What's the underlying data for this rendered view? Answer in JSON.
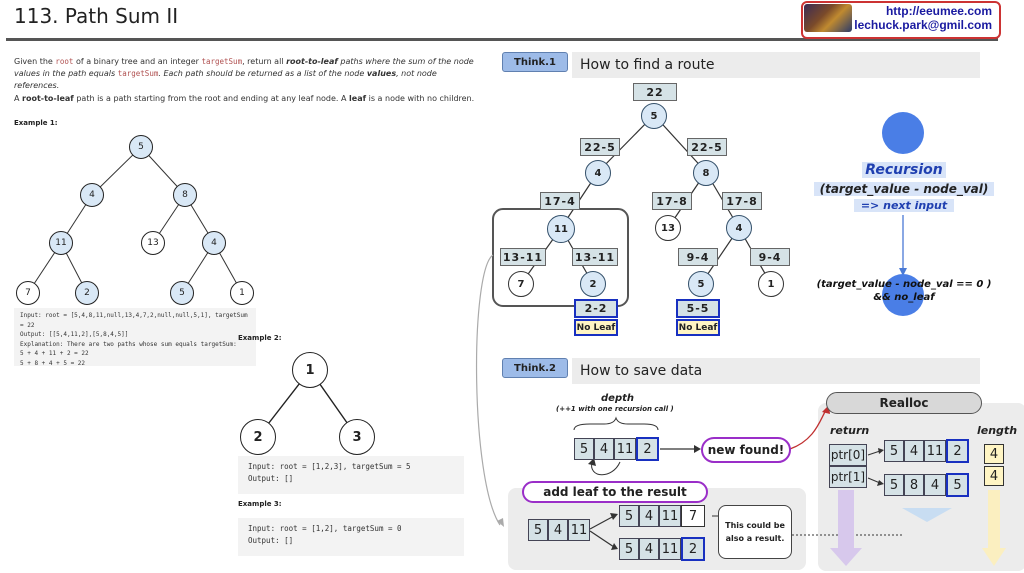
{
  "title": "113. Path Sum II",
  "banner": {
    "url": "http://eeumee.com",
    "email": "lechuck.park@gmil.com"
  },
  "problem": {
    "desc1_a": "Given the ",
    "desc1_code1": "root",
    "desc1_b": " of a binary tree and an integer ",
    "desc1_code2": "targetSum",
    "desc1_c": ", return all ",
    "desc1_d": "root-to-leaf",
    "desc1_e": " paths where the sum of the node values in the path equals ",
    "desc1_code3": "targetSum",
    "desc1_f": ". Each path should be returned as a list of the node ",
    "desc1_g": "values",
    "desc1_h": ", not node references.",
    "desc2_a": "A ",
    "desc2_b": "root-to-leaf",
    "desc2_c": " path is a path starting from the root and ending at any leaf node. A ",
    "desc2_d": "leaf",
    "desc2_e": " is a node with no children."
  },
  "example1": {
    "heading": "Example 1:",
    "nodes": [
      "5",
      "4",
      "8",
      "11",
      "13",
      "4",
      "7",
      "2",
      "5",
      "1"
    ],
    "lines": [
      "Input: root = [5,4,8,11,null,13,4,7,2,null,null,5,1], targetSum = 22",
      "Output: [[5,4,11,2],[5,8,4,5]]",
      "Explanation: There are two paths whose sum equals targetSum:",
      "5 + 4 + 11 + 2 = 22",
      "5 + 8 + 4 + 5 = 22"
    ]
  },
  "example2": {
    "heading": "Example 2:",
    "nodes": [
      "1",
      "2",
      "3"
    ],
    "input": "Input: root = [1,2,3], targetSum = 5",
    "output": "Output: []"
  },
  "example3": {
    "heading": "Example 3:",
    "input": "Input: root = [1,2], targetSum = 0",
    "output": "Output: []"
  },
  "think1": {
    "tag": "Think.1",
    "title": "How to find a route",
    "labels": {
      "root": "22",
      "l1": "22-5",
      "r1": "22-5",
      "l2": "17-4",
      "r2a": "17-8",
      "r2b": "17-8",
      "l3a": "13-11",
      "l3b": "13-11",
      "r3a": "9-4",
      "r3b": "9-4",
      "leafA": "2-2",
      "leafB": "5-5"
    },
    "nodes": {
      "n5": "5",
      "n4": "4",
      "n8": "8",
      "n11": "11",
      "n13": "13",
      "n4b": "4",
      "n7": "7",
      "n2": "2",
      "n5b": "5",
      "n1": "1"
    },
    "no_leaf": "No Leaf",
    "recursion_title": "Recursion",
    "recursion_formula": "(target_value - node_val)",
    "recursion_next": "=> next input",
    "base_case1": "(target_value - node_val == 0 )",
    "base_case2": "&& no_leaf"
  },
  "think2": {
    "tag": "Think.2",
    "title": "How to save data",
    "depth": "depth",
    "depth_note": "(++1 with one recursion call )",
    "path": [
      "5",
      "4",
      "11",
      "2"
    ],
    "new_found": "new found!",
    "add_leaf": "add leaf to the result",
    "base": [
      "5",
      "4",
      "11"
    ],
    "res_a": [
      "5",
      "4",
      "11",
      "7"
    ],
    "res_b": [
      "5",
      "4",
      "11",
      "2"
    ],
    "note": "This could be also a result.",
    "realloc": "Realloc",
    "return_label": "return",
    "length_label": "length",
    "ptr0": "ptr[0]",
    "ptr1": "ptr[1]",
    "row0": [
      "5",
      "4",
      "11",
      "2"
    ],
    "row1": [
      "5",
      "8",
      "4",
      "5"
    ],
    "len0": "4",
    "len1": "4"
  }
}
